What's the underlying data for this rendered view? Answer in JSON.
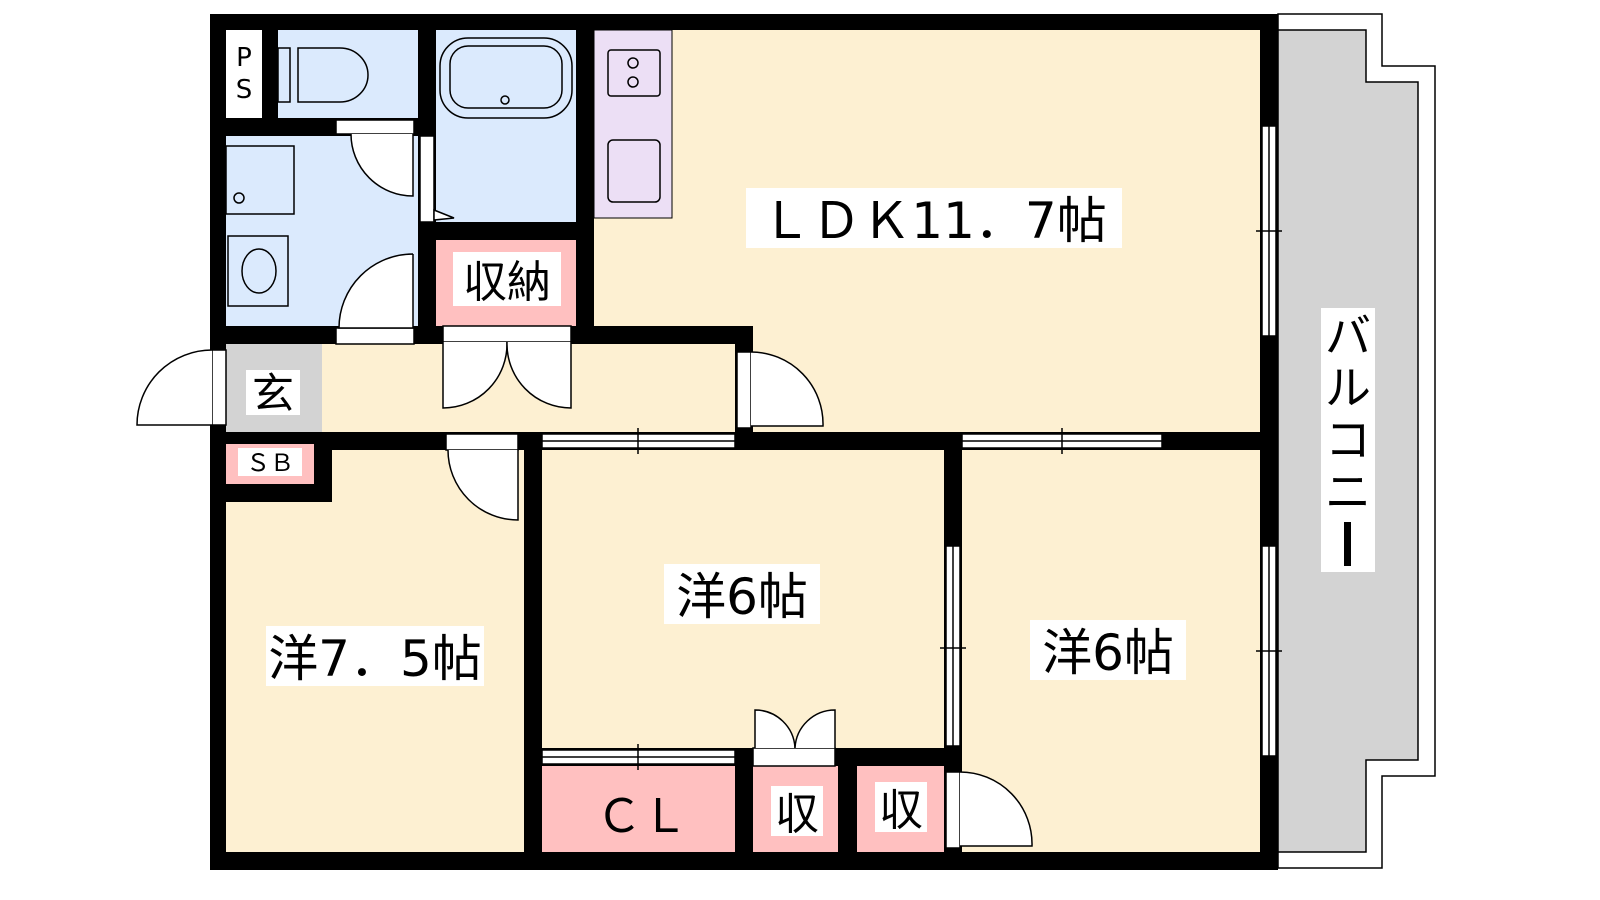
{
  "rooms": {
    "ldk": "ＬＤＫ11．7帖",
    "western_center": "洋6帖",
    "western_right": "洋6帖",
    "western_left": "洋7．5帖",
    "storage_main": "収納",
    "entrance": "玄",
    "shoe_box": "ＳＢ",
    "closet": "ＣＬ",
    "storage_1": "収",
    "storage_2": "収",
    "pipe_space_p": "P",
    "pipe_space_s": "S",
    "balcony": [
      "バ",
      "ル",
      "コ",
      "ニ",
      "ー"
    ]
  },
  "colors": {
    "wall": "#000000",
    "room": "#fdf0d2",
    "wet": "#dbeafd",
    "storage": "#ffc0c0",
    "kitchen": "#ecdff5",
    "entrance": "#d3d3d3",
    "balcony": "#d3d3d3"
  }
}
